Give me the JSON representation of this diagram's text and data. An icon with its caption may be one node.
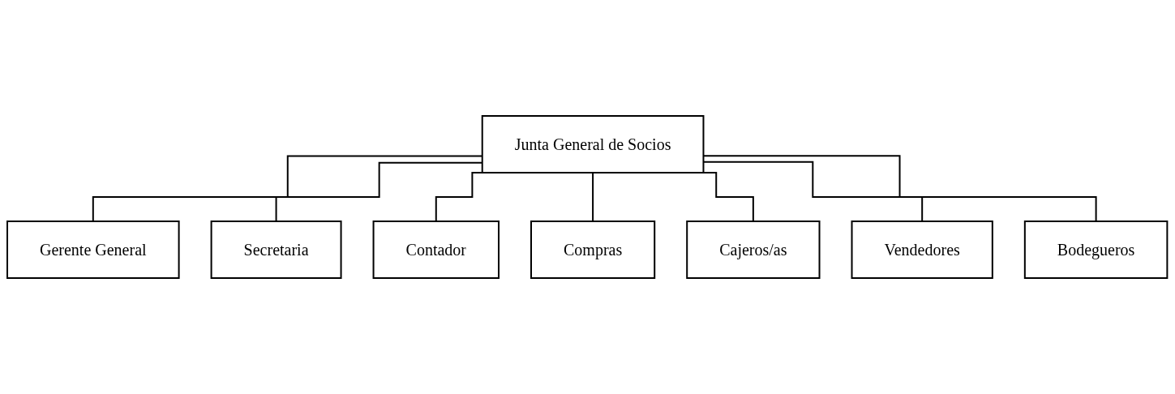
{
  "diagram": {
    "nodes": [
      {
        "text": [
          "Junta General de Socios"
        ]
      },
      {
        "text": [
          "Gerente General"
        ]
      },
      {
        "text": [
          "Secretaria"
        ]
      },
      {
        "text": [
          "Contador"
        ]
      },
      {
        "text": [
          "Compras"
        ]
      },
      {
        "text": [
          "Cajeros/as"
        ]
      },
      {
        "text": [
          "Vendedores"
        ]
      },
      {
        "text": [
          "Bodegueros"
        ]
      }
    ],
    "edges": [
      {
        "from": 0,
        "to": 1,
        "arrow": "none"
      },
      {
        "from": 0,
        "to": 2,
        "arrow": "none"
      },
      {
        "from": 0,
        "to": 3,
        "arrow": "none"
      },
      {
        "from": 0,
        "to": 4,
        "arrow": "none"
      },
      {
        "from": 0,
        "to": 5,
        "arrow": "none"
      },
      {
        "from": 0,
        "to": 6,
        "arrow": "none"
      },
      {
        "from": 0,
        "to": 7,
        "arrow": "none"
      }
    ]
  }
}
